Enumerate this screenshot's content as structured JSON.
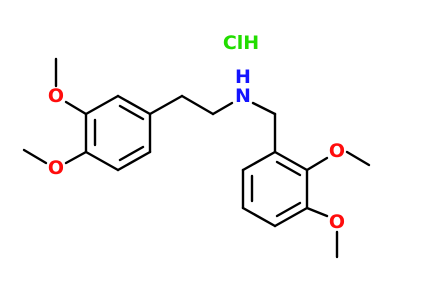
{
  "salt": {
    "label": "ClH",
    "color": "#22dd00"
  },
  "atoms": {
    "nitrogen": {
      "label": "N",
      "color": "#1414ff"
    },
    "amine_hydrogen": {
      "label": "H",
      "color": "#1414ff"
    },
    "oxygen_3": {
      "label": "O",
      "color": "#ff0d0d"
    },
    "oxygen_4": {
      "label": "O",
      "color": "#ff0d0d"
    },
    "oxygen_2prime": {
      "label": "O",
      "color": "#ff0d0d"
    },
    "oxygen_3prime": {
      "label": "O",
      "color": "#ff0d0d"
    }
  },
  "bond_color": "#000000"
}
